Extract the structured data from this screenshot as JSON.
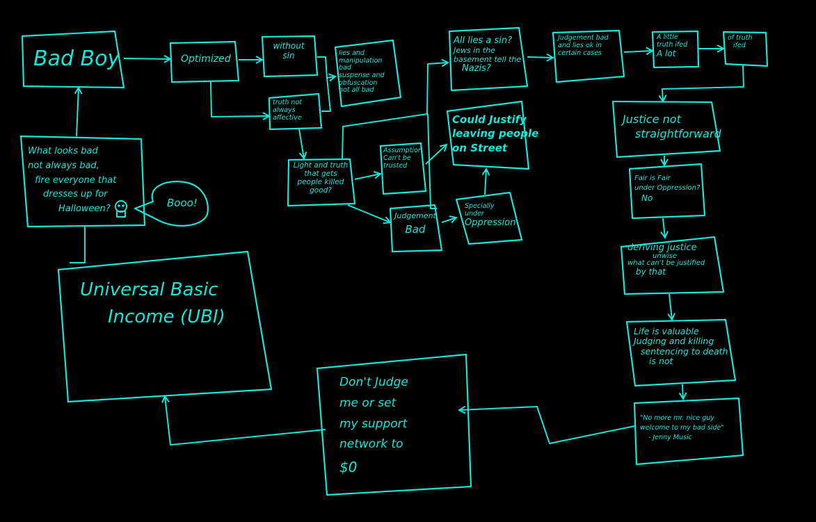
{
  "colors": {
    "background": "#000000",
    "ink": "#19e6d8"
  },
  "nodes": {
    "bad_boy": {
      "lines": [
        "Bad Boy"
      ]
    },
    "optimized": {
      "lines": [
        "Optimized"
      ]
    },
    "without_sin": {
      "lines": [
        "without",
        "sin"
      ]
    },
    "lies_manipulation": {
      "lines": [
        "lies and",
        "manipulation",
        "bad",
        "suspense and",
        "obfuscation",
        "not all bad"
      ]
    },
    "truth_not_always": {
      "lines": [
        "truth not",
        "always",
        "affective"
      ]
    },
    "light_and_truth": {
      "lines": [
        "Light and truth",
        "that gets",
        "people killed",
        "good?"
      ]
    },
    "assumption": {
      "lines": [
        "Assumption",
        "Can't be",
        "trusted"
      ]
    },
    "judgement_bad": {
      "lines": [
        "Judgement",
        "Bad"
      ]
    },
    "specially_under_oppression": {
      "lines": [
        "Specially",
        "under",
        "Oppression"
      ]
    },
    "all_lies_sin": {
      "lines": [
        "All lies a sin?",
        "Jews in the",
        "basement tell the",
        "Nazis?"
      ]
    },
    "could_justify": {
      "lines": [
        "Could Justify",
        "leaving people",
        "on Street"
      ]
    },
    "judgement_lies_ok": {
      "lines": [
        "Judgement bad",
        "and lies ok in",
        "certain cases"
      ]
    },
    "a_little_truth": {
      "lines": [
        "A little",
        "truth ifed",
        "A lot"
      ]
    },
    "of_truth": {
      "lines": [
        "of truth",
        "ifed"
      ]
    },
    "justice_not": {
      "lines": [
        "Justice not",
        "straightforward"
      ]
    },
    "fair_is_fair": {
      "lines": [
        "Fair is Fair",
        "under Oppression?",
        "No"
      ]
    },
    "deriving_justice": {
      "lines": [
        "deriving justice",
        "unwise",
        "what can't be justified",
        "by that"
      ]
    },
    "life_valuable": {
      "lines": [
        "Life is valuable",
        "Judging and killing",
        "sentencing to death",
        "is not"
      ]
    },
    "no_more_mr_nice": {
      "lines": [
        "\"No more mr. nice guy",
        "welcome to my bad side\"",
        "- Jenny Music"
      ]
    },
    "dont_judge": {
      "lines": [
        "Don't Judge",
        "me or set",
        "my support",
        "network to",
        "$0"
      ]
    },
    "ubi": {
      "lines": [
        "Universal Basic",
        "Income (UBI)"
      ]
    },
    "what_looks_bad": {
      "lines": [
        "What looks bad",
        "not always bad,",
        "fire everyone that",
        "dresses up for",
        "Halloween?"
      ]
    },
    "speech_bubble": {
      "lines": [
        "Booo!"
      ]
    }
  }
}
